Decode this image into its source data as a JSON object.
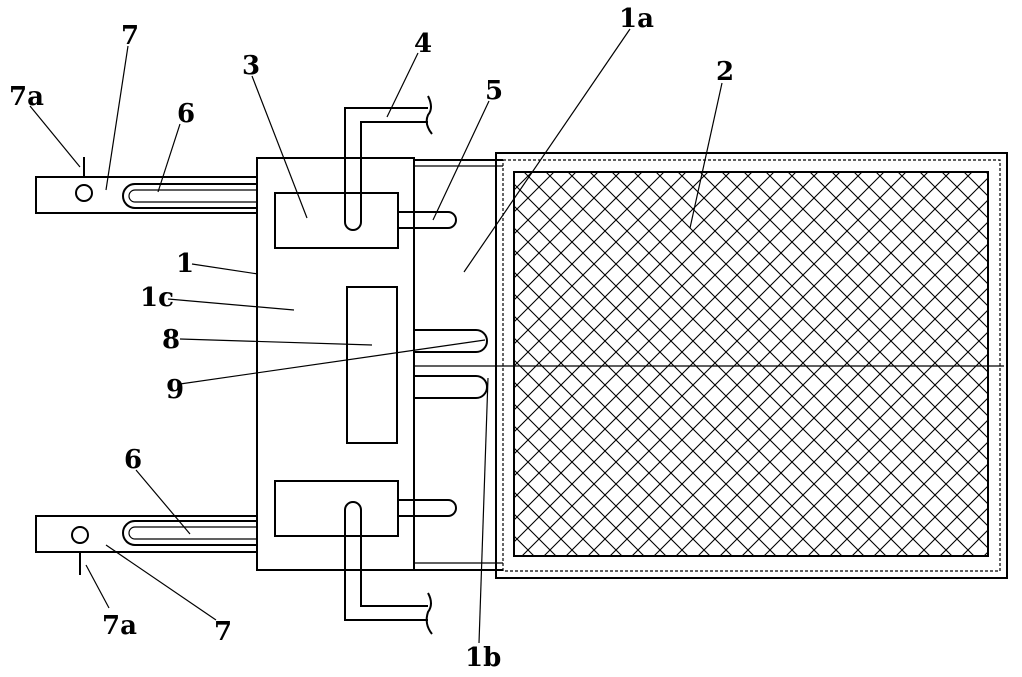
{
  "diagram": {
    "labels": {
      "l1": "1",
      "l1a": "1a",
      "l1b": "1b",
      "l1c": "1c",
      "l2": "2",
      "l3": "3",
      "l4": "4",
      "l5": "5",
      "l6_top": "6",
      "l6_bottom": "6",
      "l7_top": "7",
      "l7_bottom": "7",
      "l7a_top": "7a",
      "l7a_bottom": "7a",
      "l8": "8",
      "l9": "9"
    },
    "colors": {
      "line": "#000000",
      "background": "#ffffff"
    }
  }
}
